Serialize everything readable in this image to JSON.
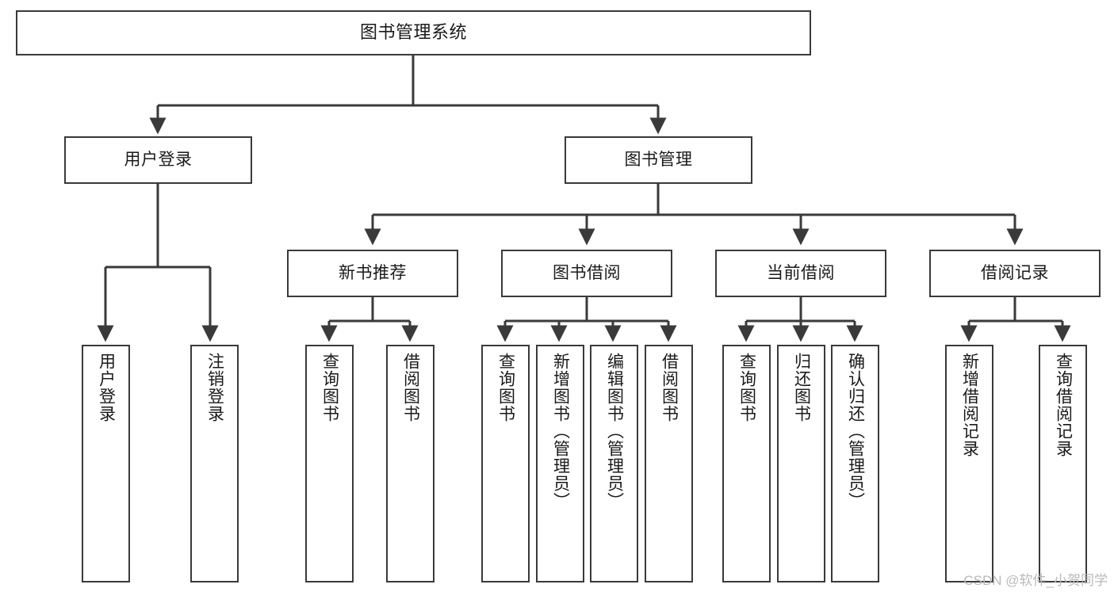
{
  "diagram": {
    "type": "tree-hierarchy-chart",
    "title": "图书管理系统",
    "watermark": "CSDN @软件_小贺同学",
    "colors": {
      "box_border": "#3a3a3a",
      "box_fill": "#ffffff",
      "edge": "#3a3a3a",
      "text": "#1a1a1a",
      "watermark": "#b9b9b9",
      "background": "#ffffff"
    },
    "nodes": {
      "root": {
        "label": "图书管理系统"
      },
      "level1": [
        {
          "id": "user-login",
          "label": "用户登录"
        },
        {
          "id": "book-management",
          "label": "图书管理"
        }
      ],
      "level2": [
        {
          "id": "new-book-recommend",
          "label": "新书推荐"
        },
        {
          "id": "book-borrow",
          "label": "图书借阅"
        },
        {
          "id": "current-borrow",
          "label": "当前借阅"
        },
        {
          "id": "borrow-record",
          "label": "借阅记录"
        }
      ],
      "leaves": {
        "user-login": [
          {
            "id": "leaf-user-login",
            "label": "用户登录"
          },
          {
            "id": "leaf-logout-login",
            "label": "注销登录"
          }
        ],
        "new-book-recommend": [
          {
            "id": "leaf-query-book-1",
            "label": "查询图书"
          },
          {
            "id": "leaf-borrow-book-1",
            "label": "借阅图书"
          }
        ],
        "book-borrow": [
          {
            "id": "leaf-query-book-2",
            "label": "查询图书"
          },
          {
            "id": "leaf-add-book",
            "label": "新增图书（管理员）"
          },
          {
            "id": "leaf-edit-book",
            "label": "编辑图书（管理员）"
          },
          {
            "id": "leaf-borrow-book-2",
            "label": "借阅图书"
          }
        ],
        "current-borrow": [
          {
            "id": "leaf-query-book-3",
            "label": "查询图书"
          },
          {
            "id": "leaf-return-book",
            "label": "归还图书"
          },
          {
            "id": "leaf-confirm-return",
            "label": "确认归还（管理员）"
          }
        ],
        "borrow-record": [
          {
            "id": "leaf-add-record",
            "label": "新增借阅记录"
          },
          {
            "id": "leaf-query-record",
            "label": "查询借阅记录"
          }
        ]
      }
    }
  }
}
